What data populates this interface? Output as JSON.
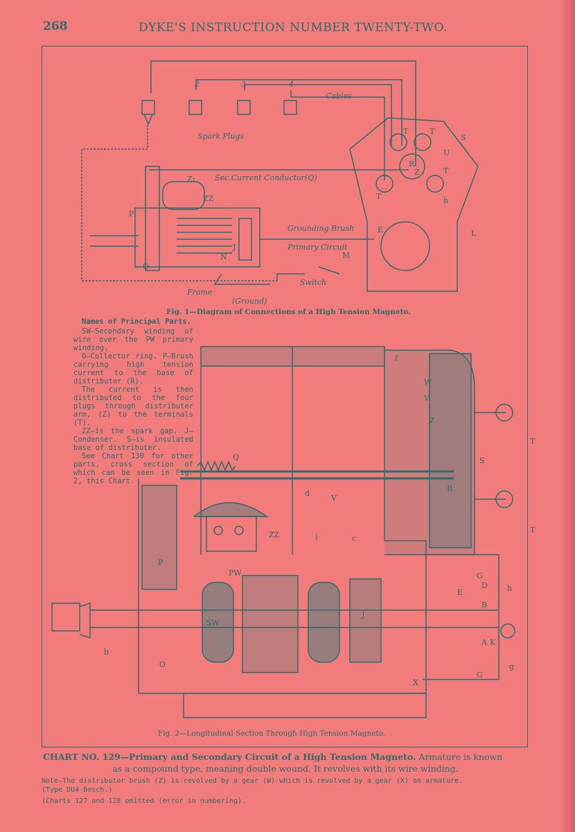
{
  "header": {
    "page_number": "268",
    "running_title": "DYKE'S INSTRUCTION NUMBER TWENTY-TWO."
  },
  "colors": {
    "paper": "#f27b7b",
    "ink": "#2e6b6c"
  },
  "figure1": {
    "caption": "Fig. 1—Diagram of Connections of a High Tension Magneto.",
    "labels": {
      "cables": "Cables",
      "spark_plugs": "Spark Plugs",
      "sec_conductor": "Sec.Current Conductor(Q)",
      "grounding_brush": "Grounding Brush",
      "primary_circuit": "Primary Circuit",
      "switch": "Switch",
      "frame": "Frame",
      "ground": "(Ground)",
      "plug_numbers": [
        "2",
        "3",
        "4"
      ],
      "letters": [
        "T",
        "T",
        "T",
        "T",
        "S",
        "U",
        "R",
        "Z",
        "h",
        "E",
        "L",
        "M",
        "P",
        "O",
        "N",
        "J",
        "ZZ",
        "Z₁"
      ]
    }
  },
  "parts": {
    "heading": "Names of Principal Parts.",
    "paragraphs": [
      "SW—Secondary winding of wire over the PW primary winding.",
      "O—Collector ring. P—Brush carrying high tension current to the base of distributer (R).",
      "The current is then distributed to the four plugs through distributer arm, (Z) to the terminals (T).",
      "ZZ—is the spark gap. J—Condenser. S—is insulated base of distributer.",
      "See Chart 130 for other parts, cross section of which can be seen in Fig. 2, this Chart."
    ]
  },
  "figure2": {
    "caption": "Fig. 2—Longitudinal Section Through High Tension Magneto.",
    "labels": [
      "Q",
      "f",
      "W",
      "V",
      "Z",
      "S",
      "T",
      "T",
      "R",
      "d",
      "V",
      "c",
      "ZZ",
      "i",
      "P",
      "PW",
      "SW",
      "J",
      "G",
      "D",
      "E",
      "B",
      "A",
      "K",
      "G",
      "h",
      "g",
      "X",
      "b",
      "O"
    ]
  },
  "chart_caption": {
    "title": "CHART NO. 129—Primary and Secondary Circuit of a High Tension Magneto.",
    "line1_rest": "Armature is known",
    "line2": "as a compound type, meaning double wound. It revolves with its wire winding."
  },
  "notes": [
    "Note—The distributor brush (Z) is revolved by a gear (W) which is revolved by a gear (X) on armature.",
    "(Type DU4 Bosch.)",
    "(Charts 127 and 128 omitted (error in numbering)."
  ]
}
